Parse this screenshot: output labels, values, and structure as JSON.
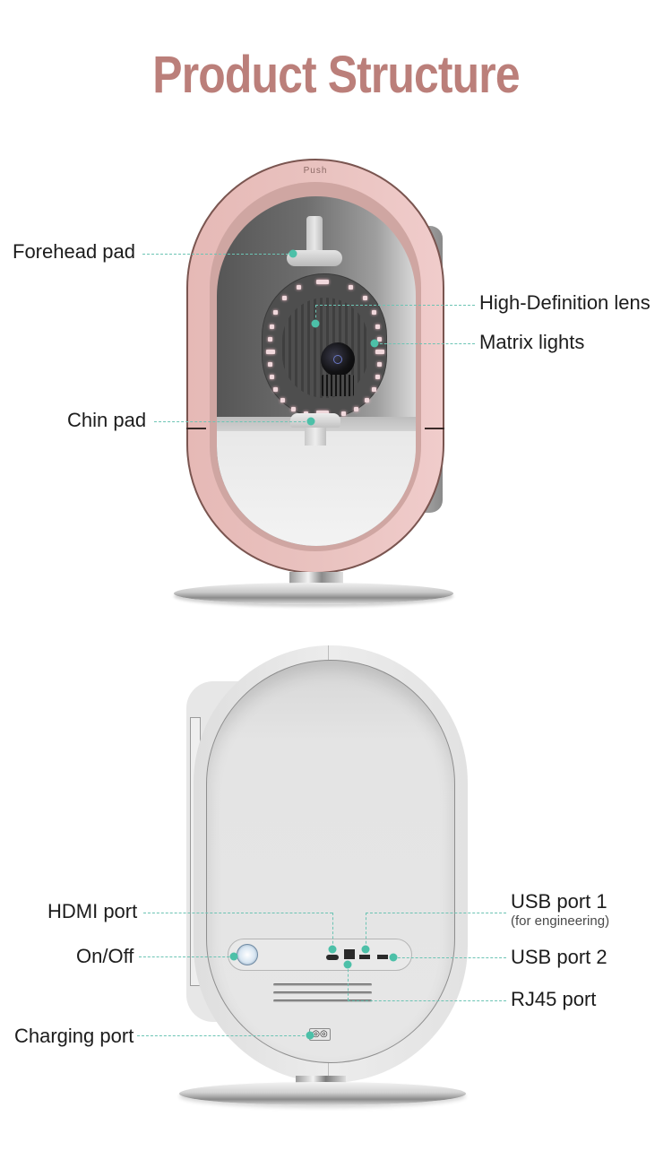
{
  "title": "Product Structure",
  "colors": {
    "title": "#bb7f7a",
    "leader_line": "#6cc4b4",
    "callout_dot": "#4cc0a8",
    "front_shell": "#e8bfbc",
    "back_shell": "#e6e6e6"
  },
  "front_view": {
    "engraving": "Push",
    "callouts": [
      {
        "id": "forehead-pad",
        "label": "Forehead pad",
        "side": "left"
      },
      {
        "id": "hd-lens",
        "label": "High-Definition lens",
        "side": "right"
      },
      {
        "id": "matrix-lights",
        "label": "Matrix lights",
        "side": "right"
      },
      {
        "id": "chin-pad",
        "label": "Chin pad",
        "side": "left"
      }
    ]
  },
  "back_view": {
    "callouts": [
      {
        "id": "hdmi-port",
        "label": "HDMI port",
        "side": "left"
      },
      {
        "id": "on-off",
        "label": "On/Off",
        "side": "left"
      },
      {
        "id": "charging-port",
        "label": "Charging port",
        "side": "left"
      },
      {
        "id": "usb-port-1",
        "label": "USB port 1",
        "note": "(for engineering)",
        "side": "right"
      },
      {
        "id": "usb-port-2",
        "label": "USB port 2",
        "side": "right"
      },
      {
        "id": "rj45-port",
        "label": "RJ45 port",
        "side": "right"
      }
    ],
    "charge_port_glyph": "◎◎"
  }
}
